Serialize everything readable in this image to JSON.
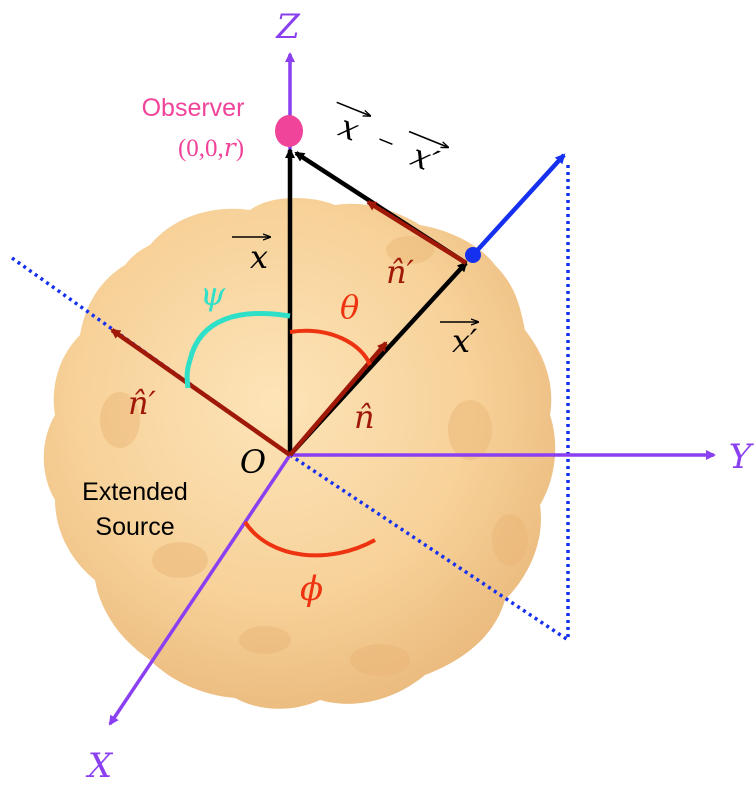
{
  "axes": {
    "z_label": "Z",
    "y_label": "Y",
    "x_label": "X"
  },
  "origin_label": "O",
  "observer": {
    "label": "Observer",
    "coords": "(0,0,",
    "coords_var": "r",
    "coords_close": ")"
  },
  "source": {
    "line1": "Extended",
    "line2": "Source"
  },
  "vectors": {
    "x": "x",
    "x_prime": "x′",
    "diff_x": "x",
    "diff_minus": "−",
    "diff_xp": "x′",
    "n_hat": "n̂",
    "n_hat_prime_right": "n̂′",
    "n_hat_prime_left": "n̂′"
  },
  "angles": {
    "psi": "ψ",
    "theta": "θ",
    "phi": "ϕ"
  },
  "colors": {
    "axis": "#8a3ff0",
    "observer": "#f0439a",
    "blob": "#f5c98a",
    "dark_red": "#a01808",
    "red": "#ee3311",
    "teal": "#2fe0c8",
    "blue": "#1530ee",
    "black": "#000000"
  }
}
